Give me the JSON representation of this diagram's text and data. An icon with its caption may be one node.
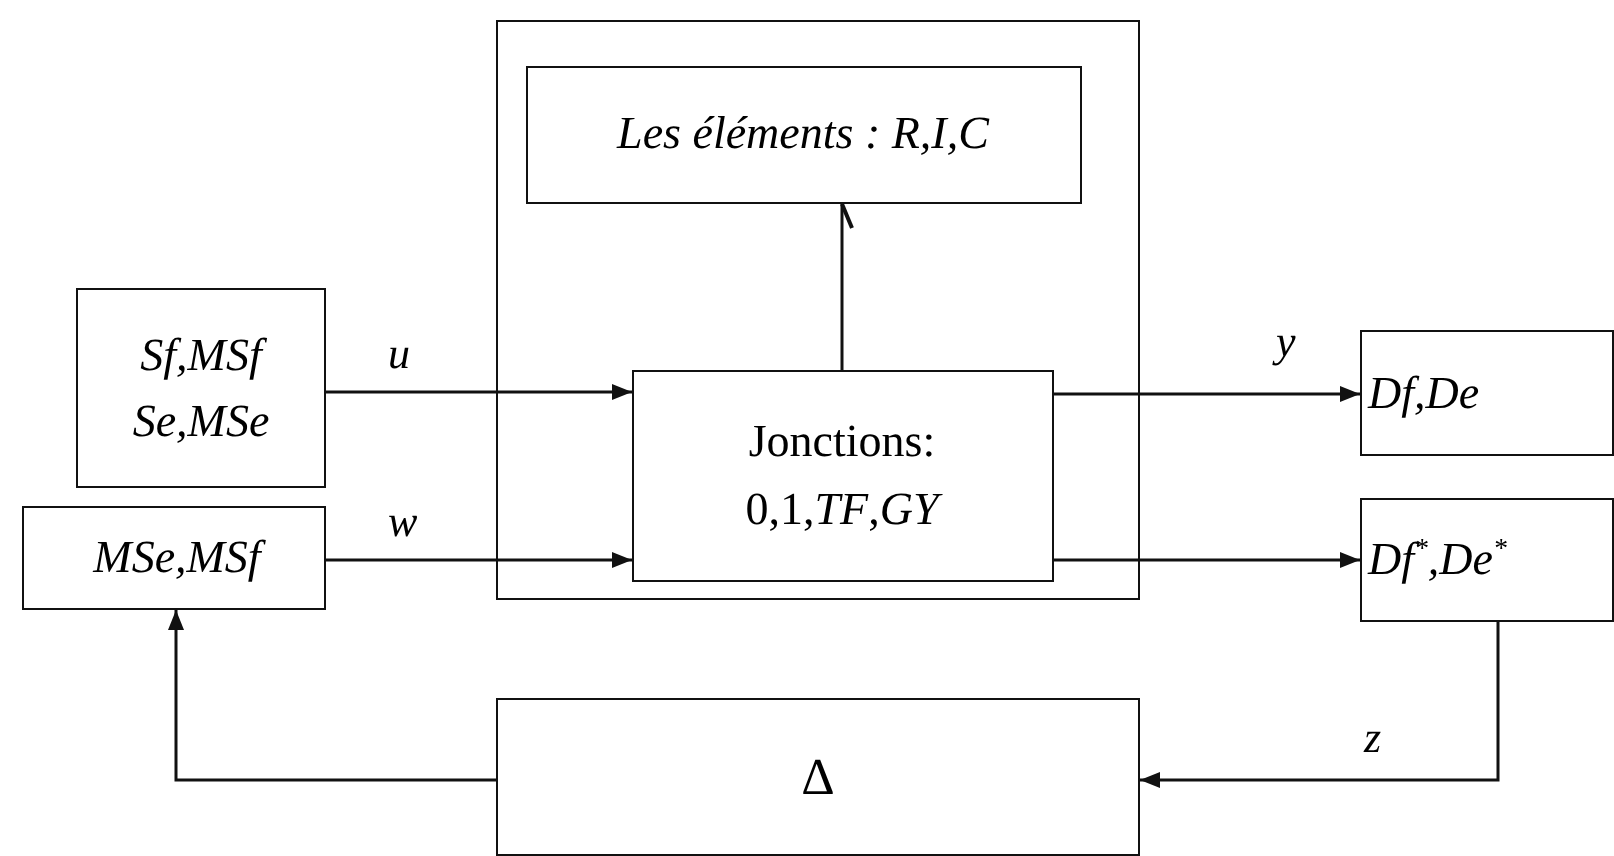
{
  "diagram": {
    "nodes": [
      {
        "text": [],
        "shape": "box"
      },
      {
        "text": [
          "Les éléments : R,I,C"
        ],
        "in": 0
      },
      {
        "text": [
          "Jonctions:",
          "0,1,*TF*,*GY*"
        ],
        "in": 0
      },
      {
        "text": [
          "Sf,MSf Se,MSe"
        ]
      },
      {
        "text": [
          "MSe,MSf"
        ]
      },
      {
        "text": [
          "Df,De"
        ]
      },
      {
        "text": [
          "Df$^{*}$,De$^{*}$"
        ]
      },
      {
        "text": [
          "Δ"
        ]
      }
    ],
    "edges": [
      {
        "from": 3,
        "to": 2,
        "arrow": "to",
        "label": "u"
      },
      {
        "from": 4,
        "to": 2,
        "arrow": "to",
        "label": "w"
      },
      {
        "from": 2,
        "to": 1,
        "arrow": "other"
      },
      {
        "from": 2,
        "to": 5,
        "arrow": "to",
        "label": "y"
      },
      {
        "from": 2,
        "to": 6,
        "arrow": "to"
      },
      {
        "from": 6,
        "to": 7,
        "arrow": "to",
        "label": "z"
      },
      {
        "from": 7,
        "to": 4,
        "arrow": "to"
      }
    ]
  }
}
